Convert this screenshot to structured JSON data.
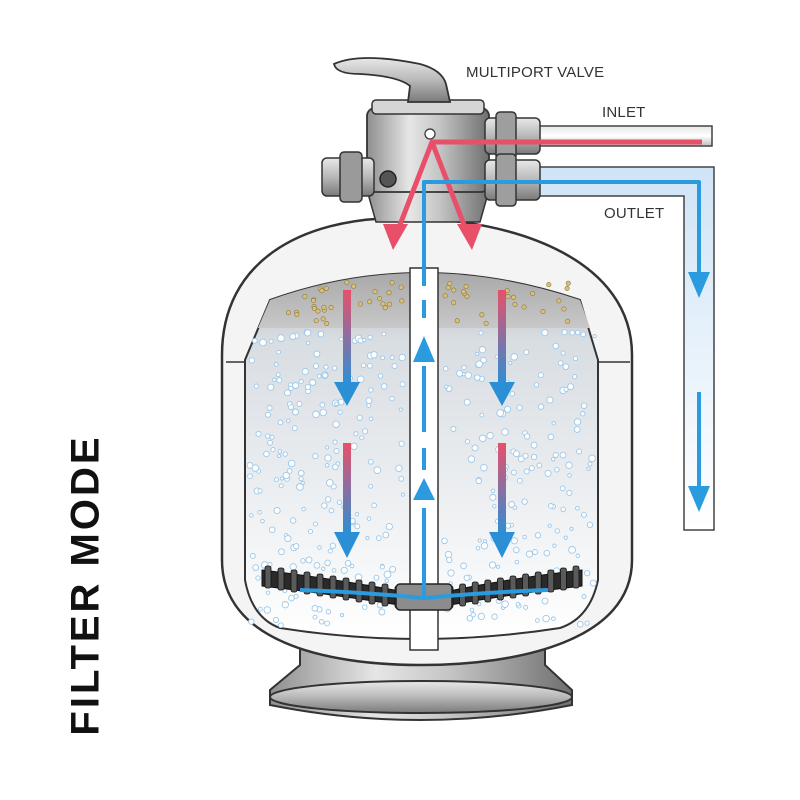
{
  "title": "FILTER MODE",
  "labels": {
    "multiport_valve": "MULTIPORT VALVE",
    "inlet": "INLET",
    "outlet": "OUTLET"
  },
  "colors": {
    "inlet_flow": "#e8506a",
    "outlet_flow": "#2b9be0",
    "tank_body": "#f4f4f4",
    "tank_outline": "#333333",
    "sand": "#b8a888"
  }
}
